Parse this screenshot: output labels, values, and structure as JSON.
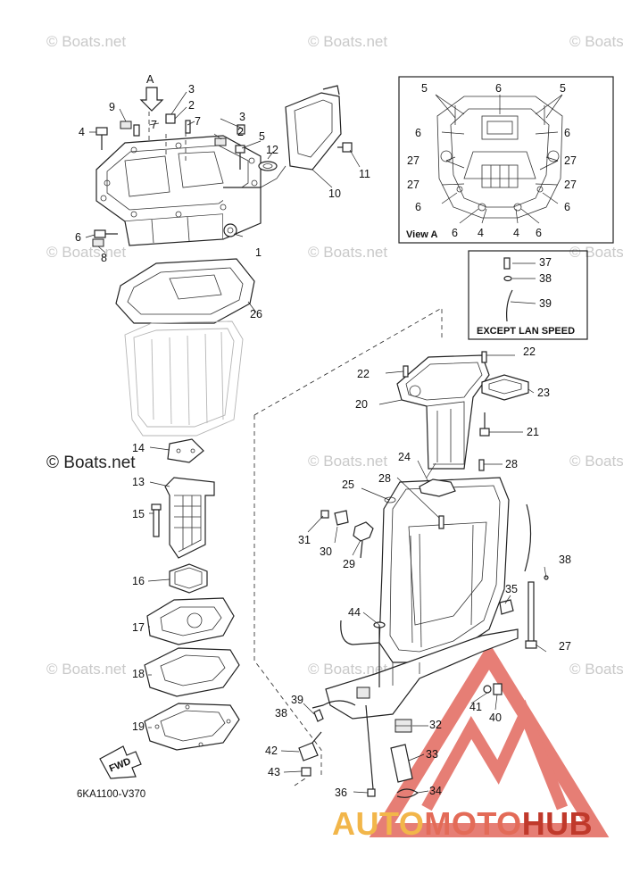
{
  "watermark": "© Boats.net",
  "diagram_code": "6KA1100-V370",
  "brand": {
    "part1": "AUTO",
    "part2": "MOTO",
    "part3": "HUB",
    "color_auto": "#f2b64a",
    "color_moto": "#e36b58",
    "color_hub": "#c0392b"
  },
  "view_a": {
    "title": "View A",
    "arrow_label": "A",
    "callouts": [
      "5",
      "6",
      "5",
      "6",
      "6",
      "27",
      "27",
      "27",
      "27",
      "6",
      "6",
      "6",
      "4",
      "4",
      "6"
    ]
  },
  "except_lan_speed": {
    "title": "EXCEPT LAN SPEED",
    "callouts": [
      "37",
      "38",
      "39"
    ]
  },
  "fwd_label": "FWD",
  "callouts": {
    "c1": "1",
    "c2a": "2",
    "c2b": "2",
    "c3a": "3",
    "c3b": "3",
    "c4": "4",
    "c5": "5",
    "c6": "6",
    "c7a": "7",
    "c7b": "7",
    "c8": "8",
    "c9": "9",
    "c10": "10",
    "c11": "11",
    "c12": "12",
    "c13": "13",
    "c14": "14",
    "c15": "15",
    "c16": "16",
    "c17": "17",
    "c18": "18",
    "c19": "19",
    "c20": "20",
    "c21": "21",
    "c22a": "22",
    "c22b": "22",
    "c23": "23",
    "c24": "24",
    "c25": "25",
    "c26": "26",
    "c27": "27",
    "c28a": "28",
    "c28b": "28",
    "c29": "29",
    "c30": "30",
    "c31": "31",
    "c32": "32",
    "c33": "33",
    "c34": "34",
    "c35": "35",
    "c36": "36",
    "c38a": "38",
    "c38b": "38",
    "c39": "39",
    "c40": "40",
    "c41": "41",
    "c42": "42",
    "c43": "43",
    "c44": "44"
  }
}
